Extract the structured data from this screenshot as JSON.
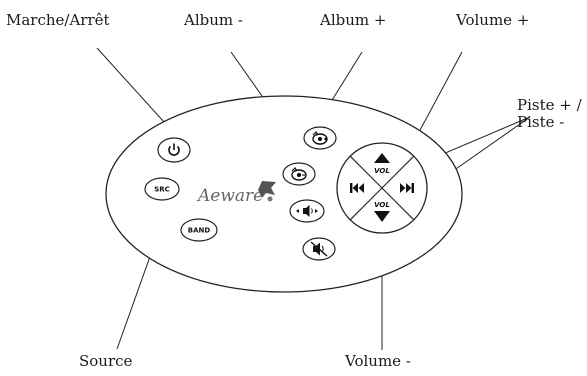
{
  "labels": {
    "power": "Marche/Arrêt",
    "album_minus": "Album -",
    "album_plus": "Album +",
    "volume_plus": "Volume +",
    "track_line1": "Piste + /",
    "track_line2": "Piste -",
    "source": "Source",
    "volume_minus": "Volume -"
  },
  "remote": {
    "brand": "Aeware",
    "src_button": "SRC",
    "band_button": "BAND",
    "vol_up_label": "VOL",
    "vol_down_label": "VOL"
  },
  "icons": {
    "power": "power-icon",
    "album_plus": "album-plus-icon",
    "album_minus": "album-minus-icon",
    "volume_speaker": "speaker-volume-icon",
    "mute": "mute-icon",
    "vol_up": "triangle-up-icon",
    "vol_down": "triangle-down-icon",
    "prev_track": "prev-track-icon",
    "next_track": "next-track-icon",
    "brand_logo": "aeware-logo-icon"
  },
  "colors": {
    "outline": "#222222",
    "text": "#1a1a1a",
    "brand": "#666666"
  }
}
